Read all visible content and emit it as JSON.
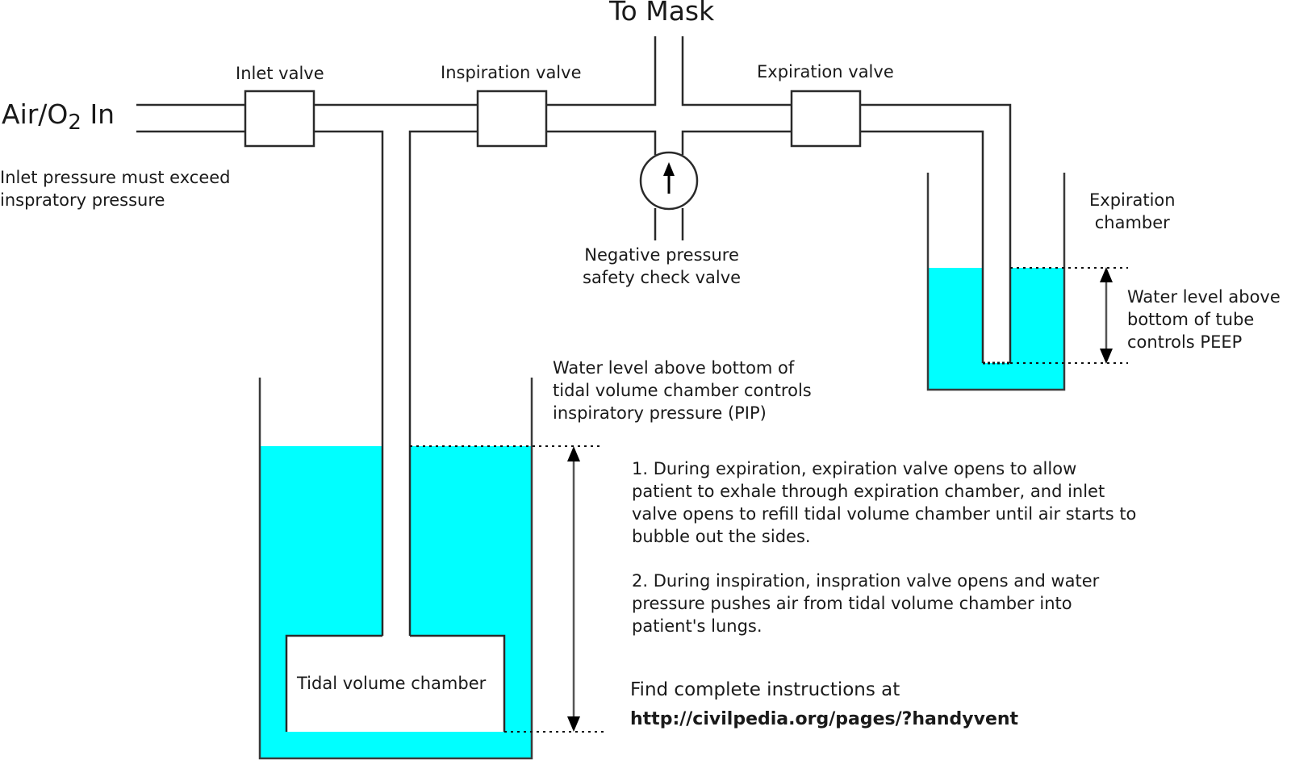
{
  "title": "To Mask",
  "inlet": {
    "label_main": "Air/O",
    "label_sub": "2",
    "label_tail": " In",
    "note_lines": [
      "Inlet pressure must exceed",
      "inspratory pressure"
    ]
  },
  "valves": {
    "inlet": "Inlet valve",
    "inspiration": "Inspiration valve",
    "expiration": "Expiration valve",
    "check_valve_lines": [
      "Negative pressure",
      "safety check valve"
    ]
  },
  "expiration_chamber": {
    "label_lines": [
      "Expiration",
      "chamber"
    ],
    "peep_note_lines": [
      "Water level above",
      "bottom of tube",
      "controls PEEP"
    ]
  },
  "tidal_chamber": {
    "label": "Tidal volume chamber",
    "pip_note_lines": [
      "Water level above bottom of",
      "tidal volume chamber controls",
      "inspiratory pressure (PIP)"
    ]
  },
  "instructions": {
    "step1_lines": [
      "1. During expiration, expiration valve opens to allow",
      "patient to exhale through expiration chamber, and inlet",
      "valve opens to refill tidal volume chamber until air starts to",
      "bubble out the sides."
    ],
    "step2_lines": [
      "2. During inspiration, inspration valve opens and water",
      "pressure pushes air from tidal volume chamber into",
      "patient's lungs."
    ],
    "find_text": "Find complete instructions at",
    "url": "http://civilpedia.org/pages/?handyvent"
  },
  "colors": {
    "water": "#00ffff",
    "line": "#3a3a3a"
  }
}
